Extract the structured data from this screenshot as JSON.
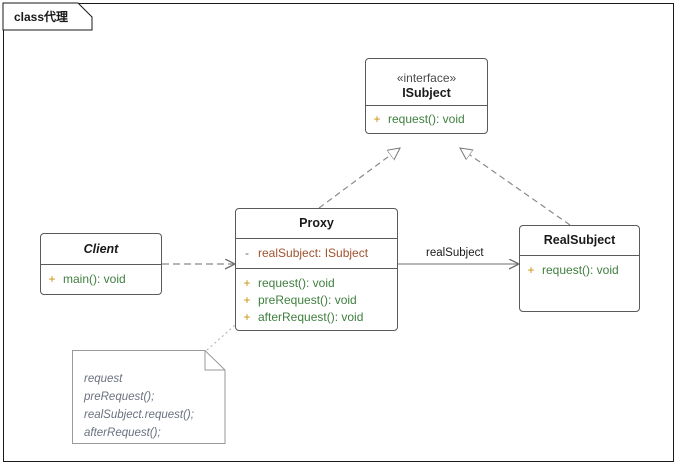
{
  "diagram": {
    "tab_label": "class代理",
    "type": "uml-class-diagram"
  },
  "nodes": {
    "isubject": {
      "stereotype": "«interface»",
      "name": "ISubject",
      "methods": [
        {
          "visibility": "+",
          "signature": "request(): void"
        }
      ]
    },
    "proxy": {
      "name": "Proxy",
      "attributes": [
        {
          "visibility": "-",
          "signature": "realSubject: ISubject"
        }
      ],
      "methods": [
        {
          "visibility": "+",
          "signature": "request(): void"
        },
        {
          "visibility": "+",
          "signature": "preRequest(): void"
        },
        {
          "visibility": "+",
          "signature": "afterRequest(): void"
        }
      ]
    },
    "client": {
      "name": "Client",
      "methods": [
        {
          "visibility": "+",
          "signature": "main(): void"
        }
      ]
    },
    "realsubject": {
      "name": "RealSubject",
      "methods": [
        {
          "visibility": "+",
          "signature": "request(): void"
        }
      ]
    },
    "note": {
      "lines": [
        "request",
        "preRequest();",
        "realSubject.request();",
        "afterRequest();"
      ]
    }
  },
  "edges": {
    "proxy_realizes_isubject": {
      "kind": "realization",
      "label": ""
    },
    "realsubject_realizes_isubject": {
      "kind": "realization",
      "label": ""
    },
    "client_depends_proxy": {
      "kind": "dependency",
      "label": ""
    },
    "proxy_assoc_realsubject": {
      "kind": "association",
      "label": "realSubject"
    },
    "note_anchor_proxy": {
      "kind": "note-link",
      "label": ""
    }
  },
  "colors": {
    "public_marker": "#C8920A",
    "private_marker": "#6b6b6b",
    "method_text": "#3F7F3F",
    "attribute_text": "#A0522D",
    "box_border": "#5a5a5a",
    "frame_border": "#1a1a1a",
    "note_text": "#6b7180",
    "connector": "#8a8a8a"
  }
}
